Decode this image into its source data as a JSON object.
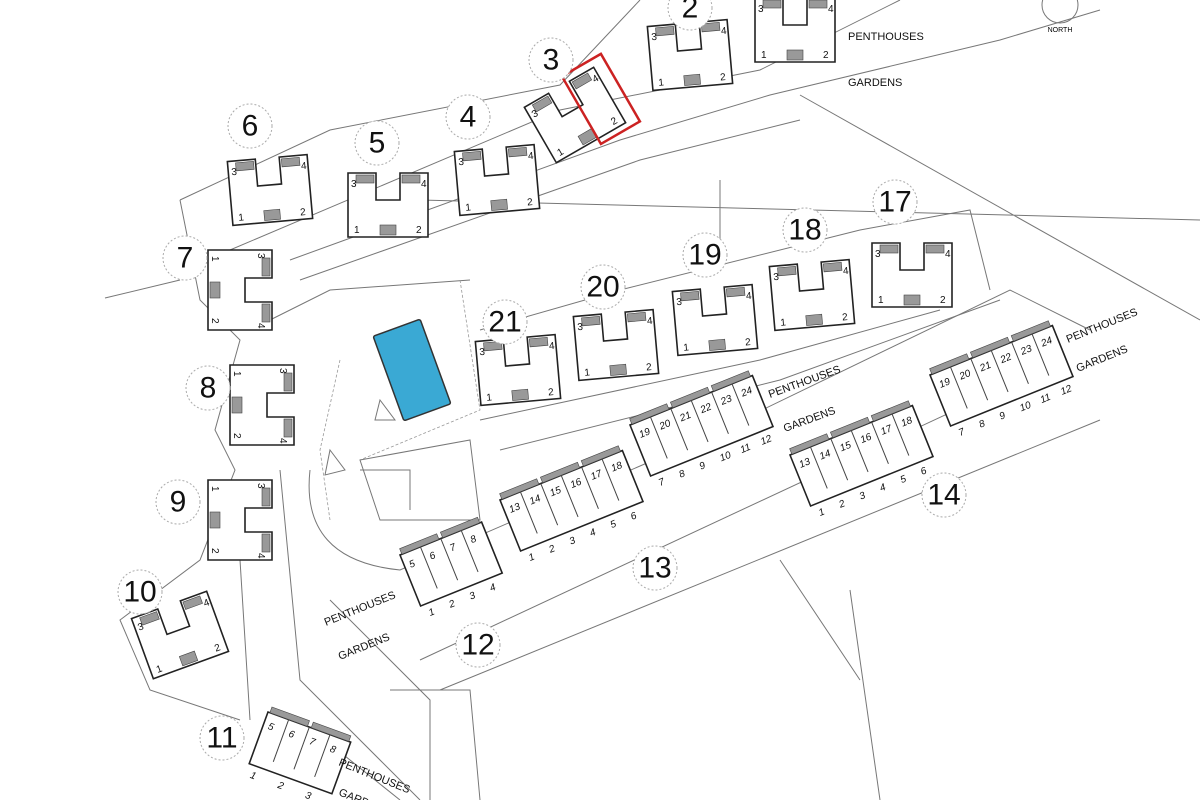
{
  "compass": {
    "label": "NORTH"
  },
  "pool_color": "#3aa9d4",
  "highlight_color": "#cc2222",
  "villa_units": [
    "1",
    "2",
    "3",
    "4"
  ],
  "villas": [
    {
      "block": "",
      "id": "top"
    },
    {
      "block": "2",
      "id": "b2"
    },
    {
      "block": "3",
      "id": "b3"
    },
    {
      "block": "4",
      "id": "b4"
    },
    {
      "block": "5",
      "id": "b5"
    },
    {
      "block": "6",
      "id": "b6"
    },
    {
      "block": "7",
      "id": "b7"
    },
    {
      "block": "8",
      "id": "b8"
    },
    {
      "block": "9",
      "id": "b9"
    },
    {
      "block": "10",
      "id": "b10"
    },
    {
      "block": "17",
      "id": "b17"
    },
    {
      "block": "18",
      "id": "b18"
    },
    {
      "block": "19",
      "id": "b19"
    },
    {
      "block": "20",
      "id": "b20"
    },
    {
      "block": "21",
      "id": "b21"
    }
  ],
  "terraces": [
    {
      "block": "12",
      "top": [
        "5",
        "6",
        "7",
        "8"
      ],
      "bottom": [
        "1",
        "2",
        "3",
        "4"
      ]
    },
    {
      "block": "13",
      "top": [
        "13",
        "14",
        "15",
        "16",
        "17",
        "18"
      ],
      "bottom": [
        "1",
        "2",
        "3",
        "4",
        "5",
        "6"
      ]
    },
    {
      "block": "",
      "top": [
        "19",
        "20",
        "21",
        "22",
        "23",
        "24"
      ],
      "bottom": [
        "7",
        "8",
        "9",
        "10",
        "11",
        "12"
      ]
    },
    {
      "block": "14",
      "top": [
        "13",
        "14",
        "15",
        "16",
        "17",
        "18"
      ],
      "bottom": [
        "1",
        "2",
        "3",
        "4",
        "5",
        "6"
      ]
    },
    {
      "block": "",
      "top": [
        "19",
        "20",
        "21",
        "22",
        "23",
        "24"
      ],
      "bottom": [
        "7",
        "8",
        "9",
        "10",
        "11",
        "12"
      ]
    },
    {
      "block": "11",
      "top": [
        "5",
        "6",
        "7",
        "8"
      ],
      "bottom": [
        "1",
        "2",
        "3"
      ]
    }
  ],
  "labels": {
    "penthouses": "PENTHOUSES",
    "gardens": "GARDENS"
  }
}
